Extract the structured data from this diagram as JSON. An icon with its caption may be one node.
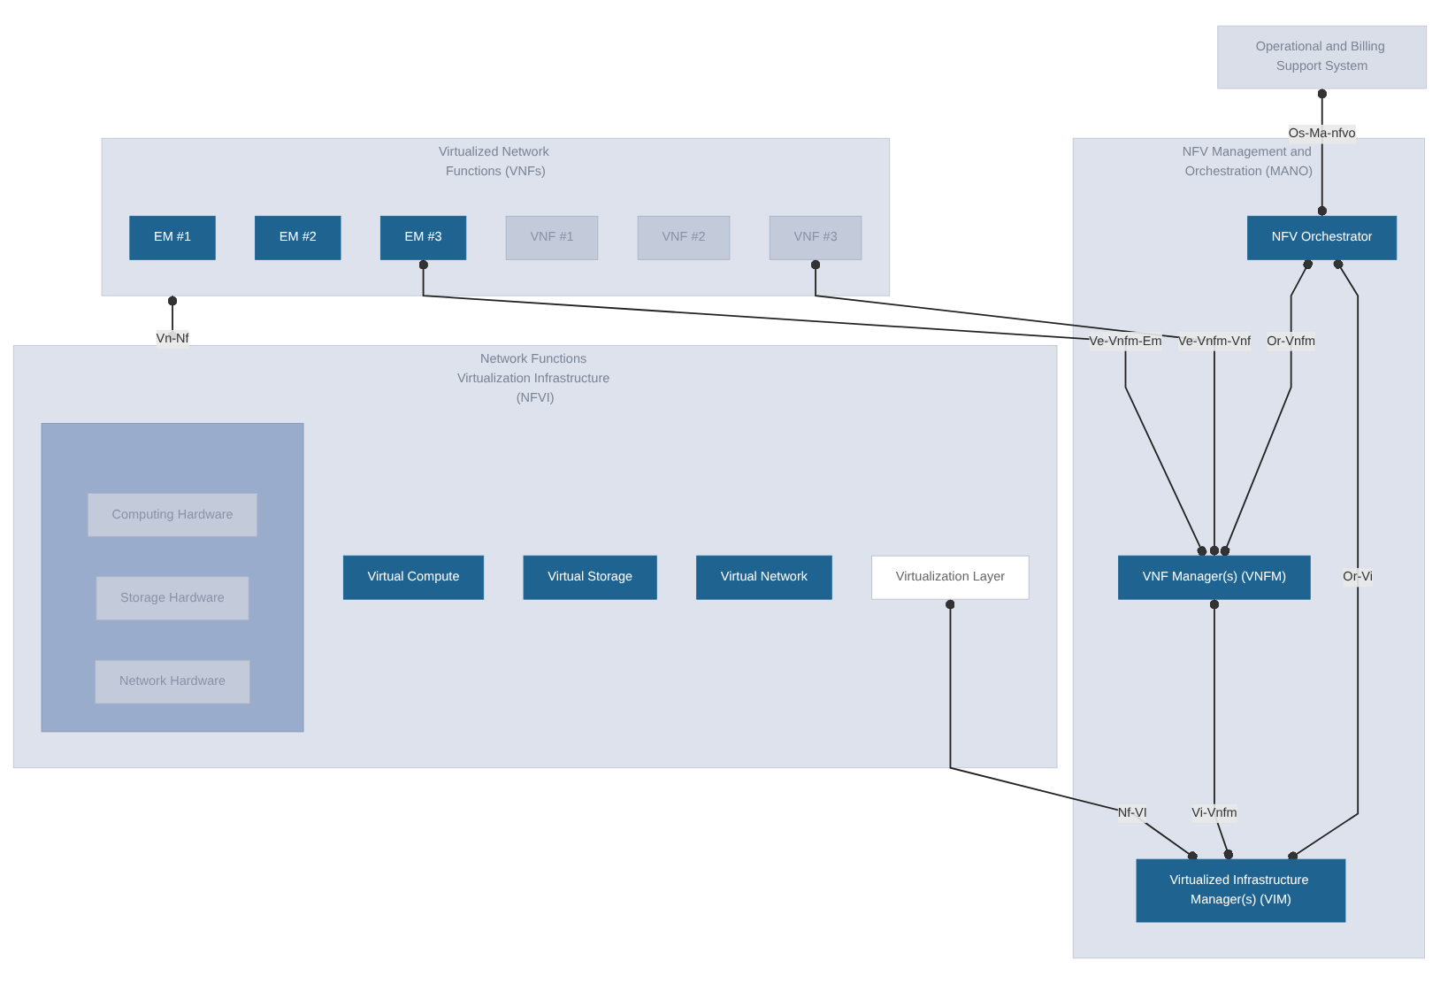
{
  "diagram": {
    "nodes": [
      {
        "text": [
          "NFV Management and Orchestration (MANO)"
        ]
      },
      {
        "text": [
          "NFV Orchestrator"
        ],
        "in": 0
      },
      {
        "text": [
          "VNF Manager(s) (VNFM)"
        ],
        "in": 0
      },
      {
        "text": [
          "Virtualized Infrastructure Manager(s) (VIM)"
        ],
        "in": 0
      },
      {
        "text": [
          "Operational and Billing Support System"
        ]
      },
      {
        "text": [
          "Virtualized Network Functions (VNFs)"
        ]
      },
      {
        "text": [
          "EM #1"
        ],
        "in": 5
      },
      {
        "text": [
          "EM #2"
        ],
        "in": 5
      },
      {
        "text": [
          "EM #3"
        ],
        "in": 5
      },
      {
        "text": [
          "VNF #1"
        ],
        "in": 5
      },
      {
        "text": [
          "VNF #2"
        ],
        "in": 5
      },
      {
        "text": [
          "VNF #3"
        ],
        "in": 5
      },
      {
        "text": [
          "Network Functions Virtualization Infrastructure (NFVI)"
        ]
      },
      {
        "text": [
          "Virtual Compute"
        ],
        "in": 12
      },
      {
        "text": [
          "Virtual Storage"
        ],
        "in": 12
      },
      {
        "text": [
          "Virtual Network"
        ],
        "in": 12
      },
      {
        "text": [
          "Virtualization Layer"
        ],
        "in": 12
      },
      {
        "text": [],
        "shape": "box",
        "in": 12
      },
      {
        "text": [
          "Computing Hardware"
        ],
        "in": 17
      },
      {
        "text": [
          "Storage Hardware"
        ],
        "in": 17
      },
      {
        "text": [
          "Network Hardware"
        ],
        "in": 17
      }
    ],
    "edges": [
      {
        "from": 4,
        "to": 1,
        "arrow": "other",
        "label": "Os-Ma-nfvo"
      },
      {
        "from": 8,
        "to": 2,
        "arrow": "other",
        "label": "Ve-Vnfm-Em"
      },
      {
        "from": 1,
        "to": 2,
        "arrow": "other",
        "label": "Or-Vnfm"
      },
      {
        "from": 11,
        "to": 2,
        "arrow": "other",
        "label": "Ve-Vnfm-Vnf"
      },
      {
        "from": 1,
        "to": 3,
        "arrow": "other",
        "label": "Or-Vi"
      },
      {
        "from": 5,
        "to": 12,
        "arrow": "other",
        "label": "Vn-Nf"
      },
      {
        "from": 2,
        "to": 3,
        "arrow": "other",
        "label": "Vi-Vnfm"
      },
      {
        "from": 16,
        "to": 3,
        "arrow": "other",
        "label": "Nf-VI"
      }
    ]
  }
}
